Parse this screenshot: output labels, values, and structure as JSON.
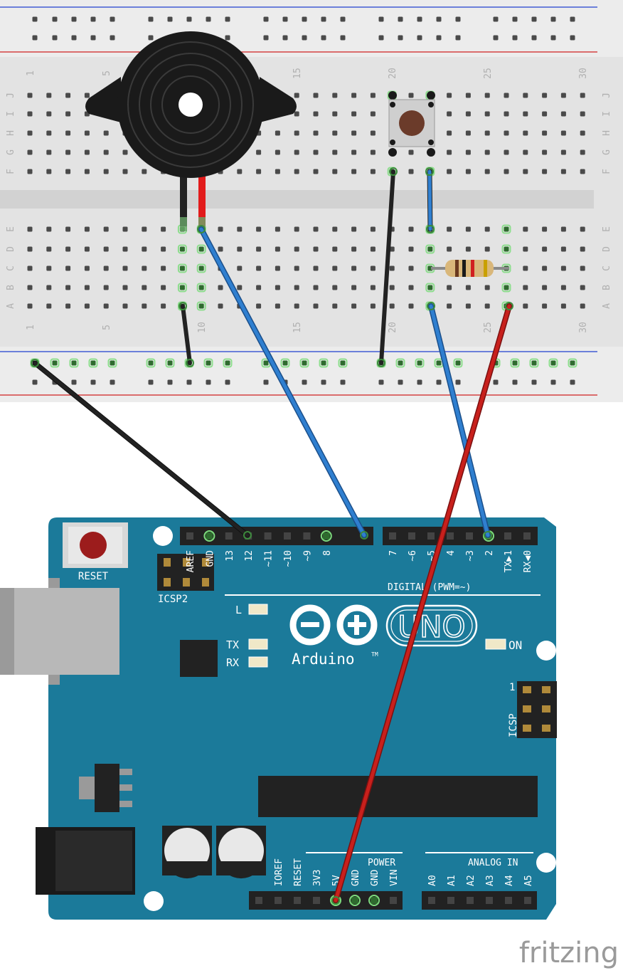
{
  "breadboard": {
    "column_numbers": [
      "1",
      "5",
      "10",
      "15",
      "20",
      "25",
      "30"
    ],
    "row_letters_top": [
      "J",
      "I",
      "H",
      "G",
      "F"
    ],
    "row_letters_bottom": [
      "E",
      "D",
      "C",
      "B",
      "A"
    ]
  },
  "arduino": {
    "reset_label": "RESET",
    "icsp2_label": "ICSP2",
    "icsp_label": "ICSP",
    "icsp_pin1": "1",
    "brand": "Arduino",
    "tm": "TM",
    "model": "UNO",
    "on_label": "ON",
    "led_l": "L",
    "led_tx": "TX",
    "led_rx": "RX",
    "digital_label": "DIGITAL (PWM=~)",
    "power_label": "POWER",
    "analog_label": "ANALOG IN",
    "digital_pins_left": [
      "AREF",
      "GND",
      "13",
      "12",
      "~11",
      "~10",
      "~9",
      "8"
    ],
    "digital_pins_right": [
      "7",
      "~6",
      "~5",
      "4",
      "~3",
      "2",
      "TX▶1",
      "RX◀0"
    ],
    "power_pins": [
      "IOREF",
      "RESET",
      "3V3",
      "5V",
      "GND",
      "GND",
      "VIN"
    ],
    "analog_pins": [
      "A0",
      "A1",
      "A2",
      "A3",
      "A4",
      "A5"
    ]
  },
  "colors": {
    "board": "#1b7a9a",
    "wire_black": "#222222",
    "wire_blue": "#2f7fd0",
    "wire_red": "#c8201c",
    "breadboard": "#e6e6e6"
  },
  "footer": {
    "logo": "fritzing"
  }
}
